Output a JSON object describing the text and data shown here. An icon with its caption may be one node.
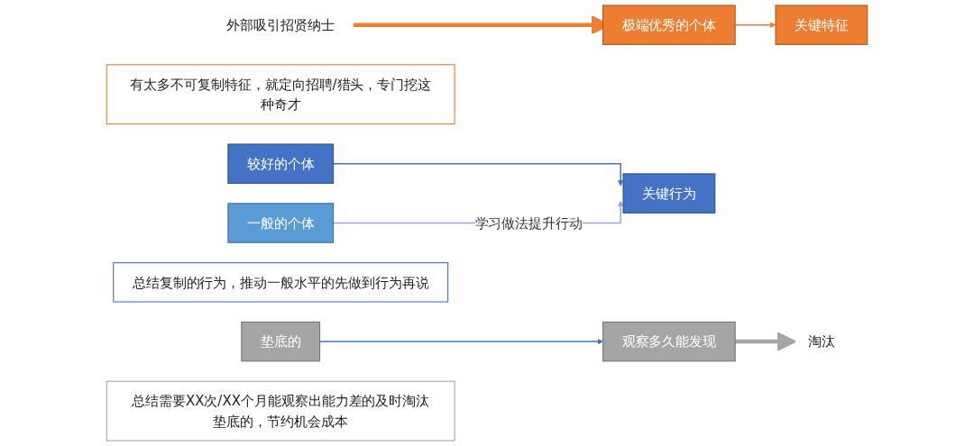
{
  "diagram": {
    "nodes": [
      {
        "text": [
          "外部吸引招贤纳士"
        ]
      },
      {
        "text": [
          "极端优秀的个体"
        ]
      },
      {
        "text": [
          "关键特征"
        ]
      },
      {
        "text": [
          "有太多不可复制特征，就定向招聘/猎头，专门挖这种奇才"
        ]
      },
      {
        "text": [
          "较好的个体"
        ]
      },
      {
        "text": [
          "关键行为"
        ]
      },
      {
        "text": [
          "一般的个体"
        ]
      },
      {
        "text": [
          "总结复制的行为，推动一般水平的先做到行为再说"
        ]
      },
      {
        "text": [
          "垫底的"
        ]
      },
      {
        "text": [
          "观察多久能发现"
        ]
      },
      {
        "text": [
          "总结需要XX次/XX个月能观察出能力差的及时淘汰垫底的，节约机会成本"
        ]
      },
      {
        "text": [
          "淘汰"
        ]
      }
    ],
    "edges": [
      {
        "from": 0,
        "to": 1,
        "arrow": "to",
        "style": "thick",
        "color": "#ed7d31"
      },
      {
        "from": 1,
        "to": 2,
        "arrow": "to",
        "color": "#ed7d31"
      },
      {
        "from": 4,
        "to": 5,
        "arrow": "to",
        "color": "#4472c4"
      },
      {
        "from": 6,
        "to": 5,
        "arrow": "to",
        "label": "学习做法提升行动",
        "color": "#8faadc"
      },
      {
        "from": 8,
        "to": 9,
        "arrow": "to",
        "color": "#4472c4"
      },
      {
        "from": 9,
        "to": 11,
        "arrow": "to",
        "style": "thick",
        "color": "#a5a5a5"
      }
    ]
  }
}
